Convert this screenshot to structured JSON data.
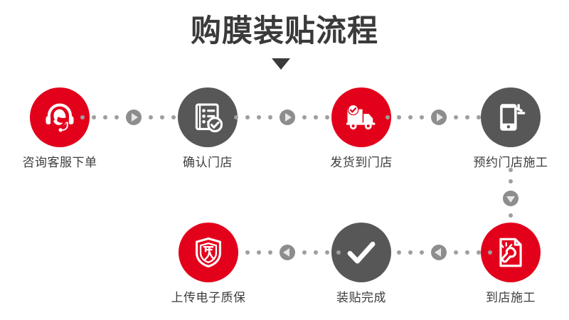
{
  "page": {
    "title": "购膜装贴流程",
    "caret_icon": "triangle-down-icon",
    "background_color": "#ffffff",
    "brand_red": "#e3001b",
    "brand_gray": "#575757",
    "text_color": "#3c3c3c",
    "connector_color": "#9e9e9e"
  },
  "flow": {
    "steps": [
      {
        "index": 1,
        "label": "咨询客服下单",
        "icon": "headset-support-icon",
        "color": "red",
        "row": "top"
      },
      {
        "index": 2,
        "label": "确认门店",
        "icon": "checklist-document-icon",
        "color": "gray",
        "row": "top"
      },
      {
        "index": 3,
        "label": "发货到门店",
        "icon": "delivery-truck-icon",
        "color": "red",
        "row": "top"
      },
      {
        "index": 4,
        "label": "预约门店施工",
        "icon": "mobile-booking-icon",
        "color": "gray",
        "row": "top"
      },
      {
        "index": 5,
        "label": "到店施工",
        "icon": "document-wrench-icon",
        "color": "red",
        "row": "bottom"
      },
      {
        "index": 6,
        "label": "装贴完成",
        "icon": "checkmark-icon",
        "color": "gray",
        "row": "bottom"
      },
      {
        "index": 7,
        "label": "上传电子质保",
        "icon": "shield-warranty-icon",
        "color": "red",
        "row": "bottom"
      }
    ],
    "connectors": [
      {
        "id": "c1",
        "from": 1,
        "to": 2,
        "direction": "right",
        "icon": "arrow-right-icon"
      },
      {
        "id": "c2",
        "from": 2,
        "to": 3,
        "direction": "right",
        "icon": "arrow-right-icon"
      },
      {
        "id": "c3",
        "from": 3,
        "to": 4,
        "direction": "right",
        "icon": "arrow-right-icon"
      },
      {
        "id": "c4",
        "from": 4,
        "to": 5,
        "direction": "down",
        "icon": "arrow-down-icon"
      },
      {
        "id": "c5",
        "from": 5,
        "to": 6,
        "direction": "left",
        "icon": "arrow-left-icon"
      },
      {
        "id": "c6",
        "from": 6,
        "to": 7,
        "direction": "left",
        "icon": "arrow-left-icon"
      }
    ]
  }
}
